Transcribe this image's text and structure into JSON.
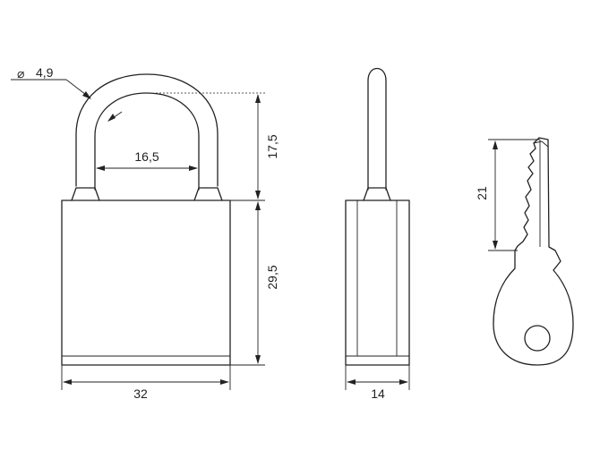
{
  "dimensions": {
    "shackle_diameter": "4,9",
    "shackle_inner_width": "16,5",
    "shackle_height": "17,5",
    "body_height": "29,5",
    "body_width": "32",
    "body_thickness": "14",
    "key_length": "21"
  },
  "symbols": {
    "diameter": "⌀"
  },
  "colors": {
    "line": "#222222",
    "background": "#ffffff"
  }
}
